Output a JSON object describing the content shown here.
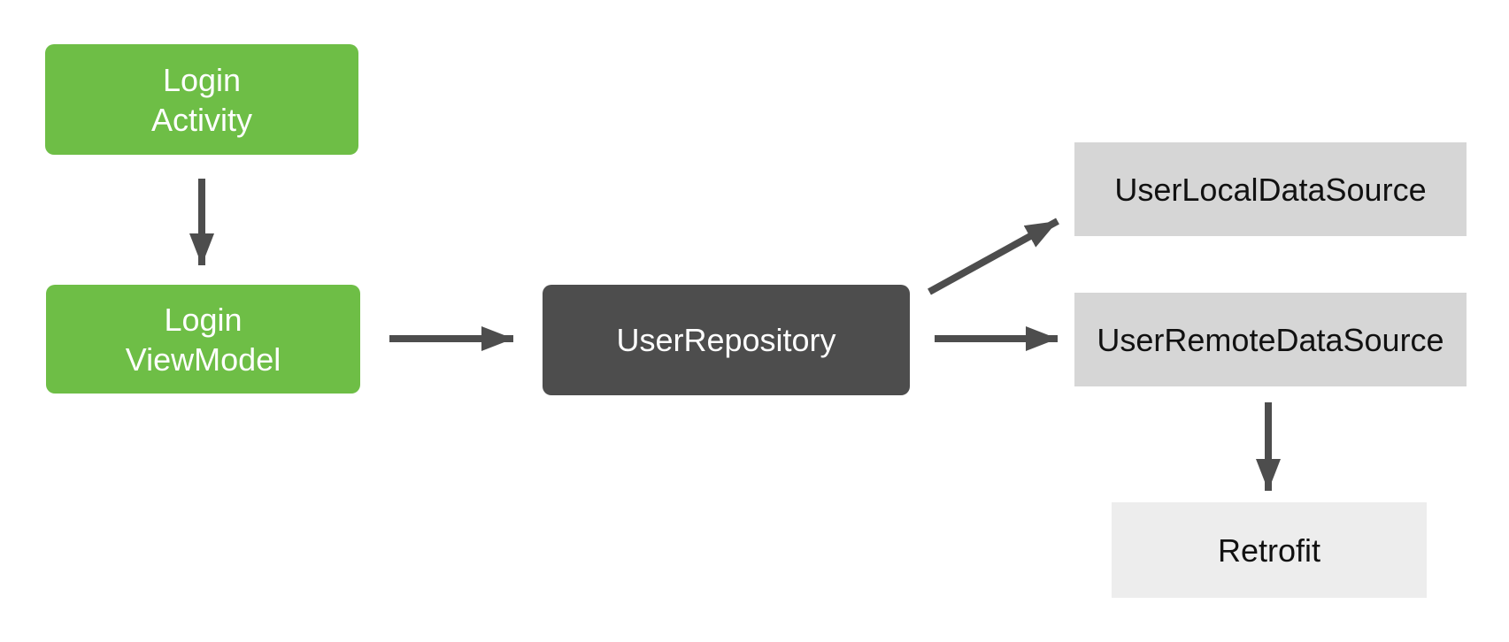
{
  "diagram": {
    "nodes": [
      {
        "id": "login-activity",
        "label": "Login\nActivity",
        "kind": "ui-green"
      },
      {
        "id": "login-viewmodel",
        "label": "Login\nViewModel",
        "kind": "ui-green"
      },
      {
        "id": "user-repository",
        "label": "UserRepository",
        "kind": "repository-dark"
      },
      {
        "id": "user-local-data-source",
        "label": "UserLocalDataSource",
        "kind": "data-source-gray"
      },
      {
        "id": "user-remote-data-source",
        "label": "UserRemoteDataSource",
        "kind": "data-source-gray"
      },
      {
        "id": "retrofit",
        "label": "Retrofit",
        "kind": "library-pale"
      }
    ],
    "edges": [
      {
        "from": "login-activity",
        "to": "login-viewmodel"
      },
      {
        "from": "login-viewmodel",
        "to": "user-repository"
      },
      {
        "from": "user-repository",
        "to": "user-local-data-source"
      },
      {
        "from": "user-repository",
        "to": "user-remote-data-source"
      },
      {
        "from": "user-remote-data-source",
        "to": "retrofit"
      }
    ]
  },
  "colors": {
    "node-green": "#6ebe46",
    "node-dark": "#4d4d4d",
    "node-gray": "#d6d6d6",
    "node-pale": "#ededed",
    "arrow": "#4d4d4d",
    "text-light": "#ffffff",
    "text-dark": "#111111",
    "background": "#ffffff"
  }
}
